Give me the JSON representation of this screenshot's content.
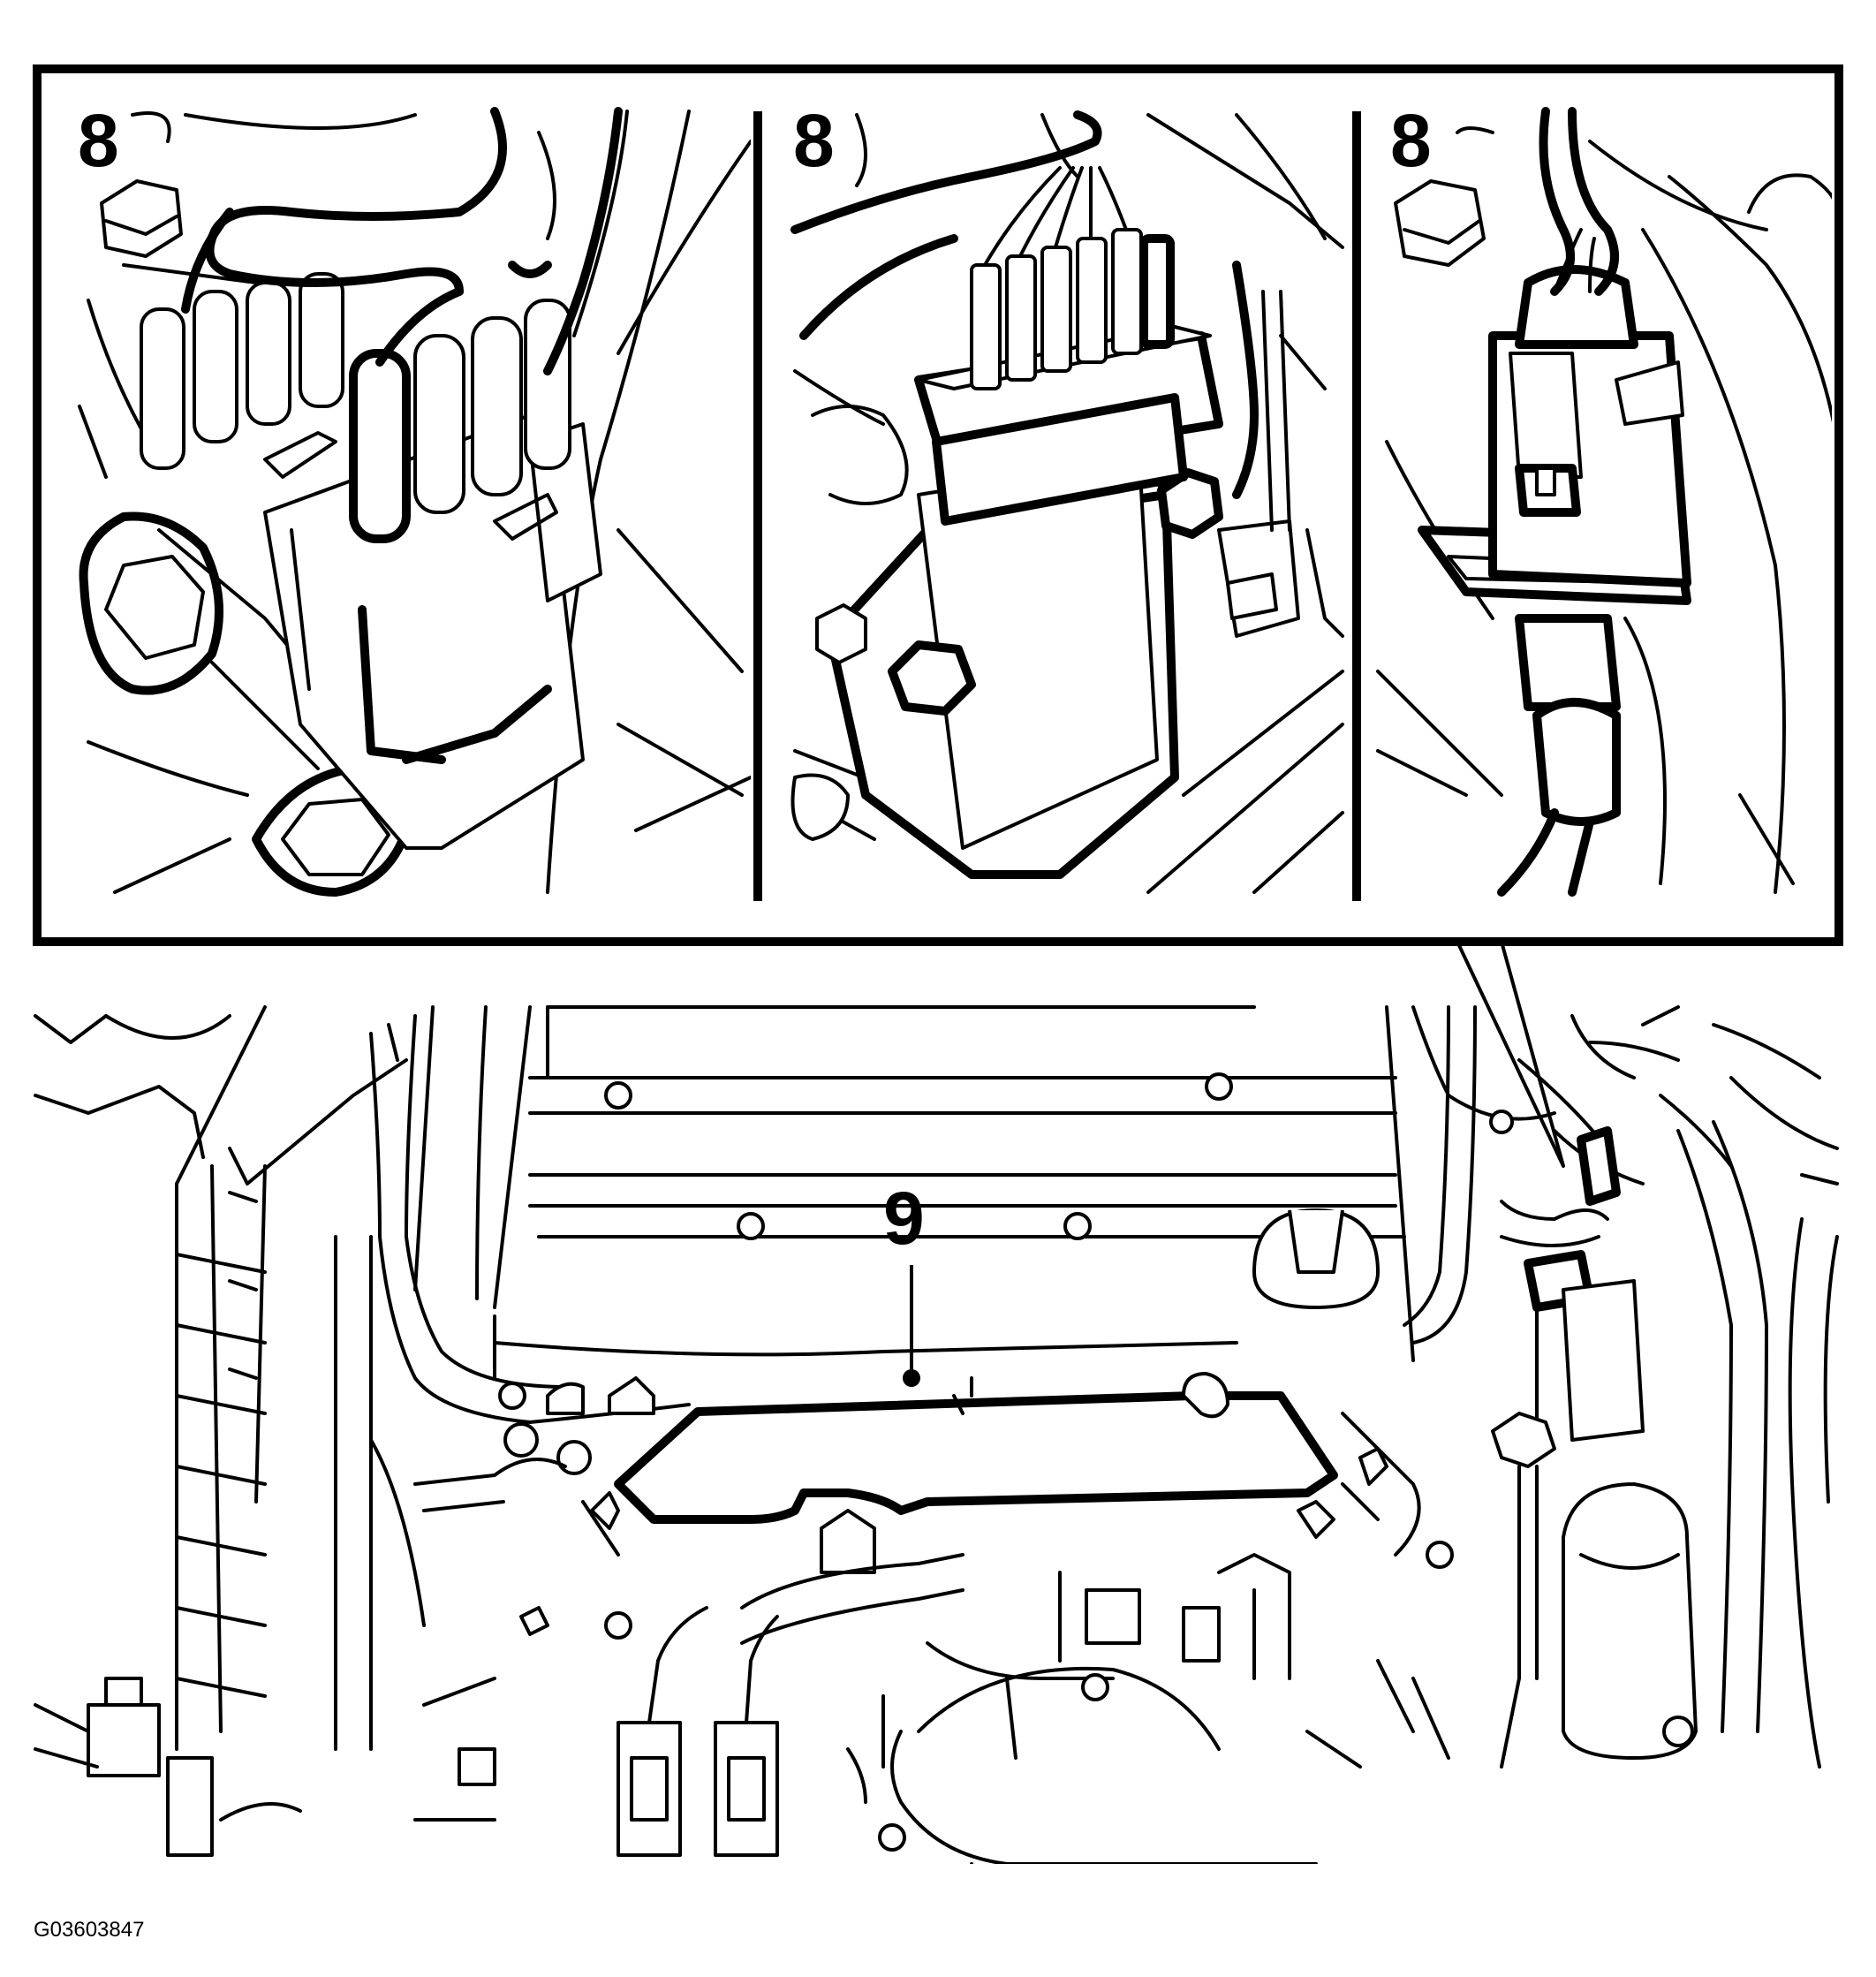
{
  "figure": {
    "panels": [
      {
        "callout": "8",
        "component": "connector-a"
      },
      {
        "callout": "8",
        "component": "connector-b"
      },
      {
        "callout": "8",
        "component": "connector-c"
      }
    ],
    "main_view": {
      "callout": "9",
      "component": "engine-cover-plate"
    },
    "figure_id": "G03603847"
  }
}
